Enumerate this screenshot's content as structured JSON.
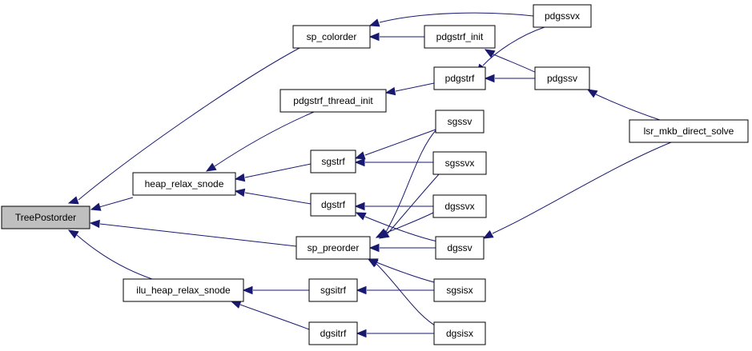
{
  "colors": {
    "edge": "#191970",
    "root_fill": "#bfbfbf",
    "node_fill": "#ffffff",
    "border": "#000000"
  },
  "nodes": {
    "treepostorder": "TreePostorder",
    "sp_colorder": "sp_colorder",
    "heap_relax_snode": "heap_relax_snode",
    "sp_preorder": "sp_preorder",
    "ilu_heap_relax_snode": "ilu_heap_relax_snode",
    "pdgstrf_thread_init": "pdgstrf_thread_init",
    "sgstrf": "sgstrf",
    "dgstrf": "dgstrf",
    "sgsitrf": "sgsitrf",
    "dgsitrf": "dgsitrf",
    "pdgstrf_init": "pdgstrf_init",
    "pdgstrf": "pdgstrf",
    "sgssv": "sgssv",
    "sgssvx": "sgssvx",
    "dgssvx": "dgssvx",
    "dgssv": "dgssv",
    "sgsisx": "sgsisx",
    "dgsisx": "dgsisx",
    "pdgssvx": "pdgssvx",
    "pdgssv": "pdgssv",
    "lsr_mkb_direct_solve": "lsr_mkb_direct_solve"
  }
}
